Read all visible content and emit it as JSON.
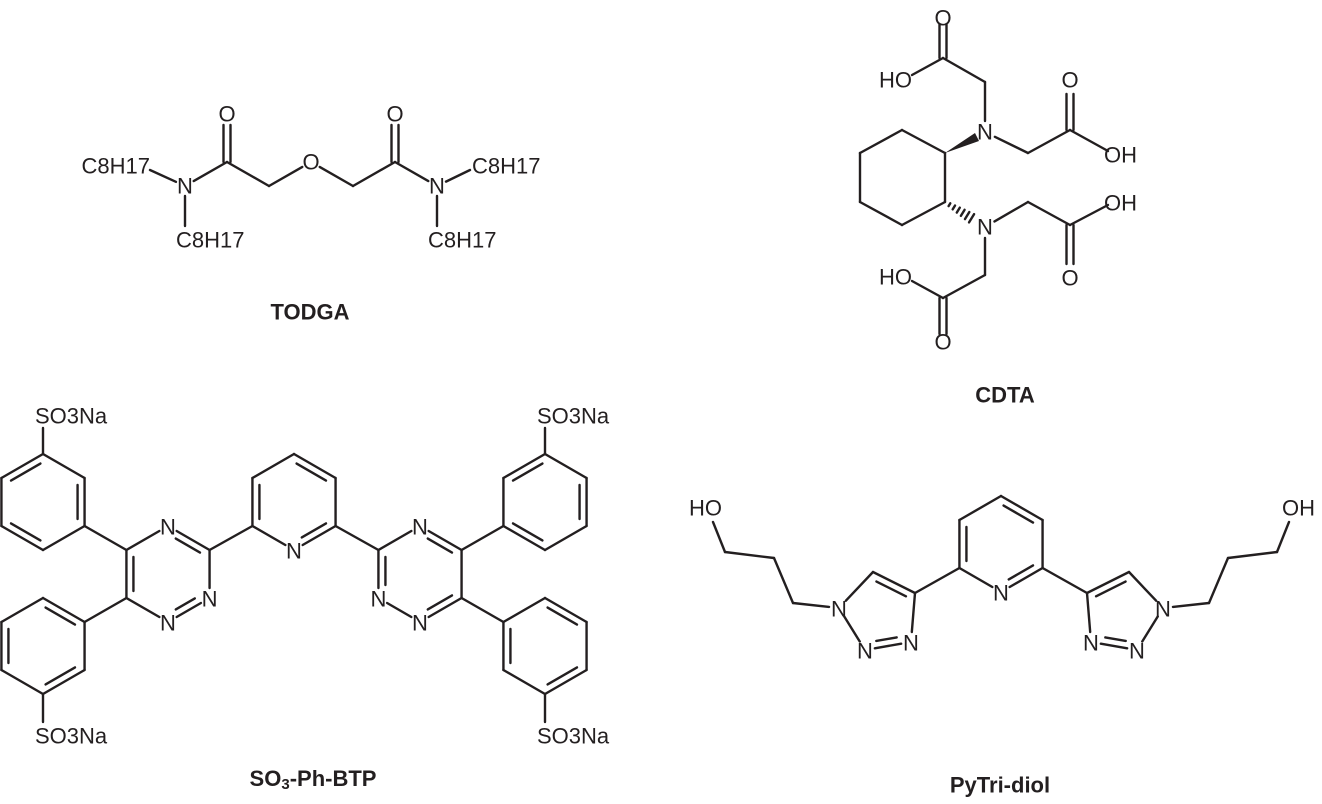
{
  "atoms": {
    "N": "N",
    "O": "O",
    "HO": "HO",
    "OH": "OH",
    "C8H17": "C8H17",
    "SO3Na": "SO3Na"
  },
  "molecules": {
    "todga": {
      "title": "TODGA"
    },
    "cdta": {
      "title": "CDTA"
    },
    "btp": {
      "title": "SO3-Ph-BTP"
    },
    "pytri": {
      "title": "PyTri-diol"
    }
  },
  "colors": {
    "ink": "#231f20",
    "background": "#ffffff"
  }
}
